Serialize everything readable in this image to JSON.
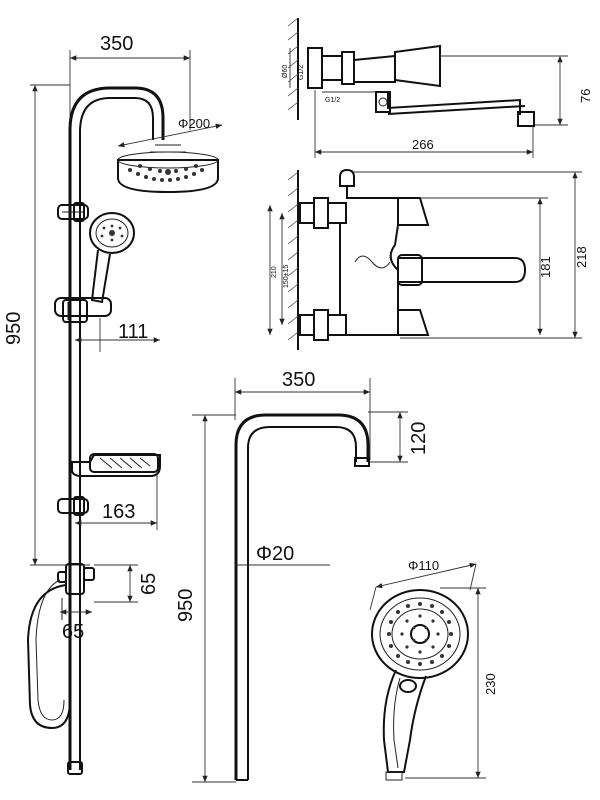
{
  "set_diagram": {
    "dim_width_top": "350",
    "dim_height_total": "950",
    "dim_head_diameter": "Φ200",
    "dim_holder_offset": "111",
    "dim_soap_offset": "163",
    "dim_diverter_h": "65",
    "dim_diverter_w": "65"
  },
  "mixer_top": {
    "dim_width": "266",
    "dim_height": "76",
    "label_diameter": "Ø60",
    "label_thread_a": "G1/2",
    "label_thread_b": "G1/2"
  },
  "mixer_front": {
    "dim_outer": "218",
    "dim_inner": "181",
    "dim_side": "210",
    "dim_centers": "150±15"
  },
  "riser_pipe": {
    "dim_width": "350",
    "dim_height": "950",
    "dim_drop": "120",
    "dim_diameter": "Φ20"
  },
  "hand_shower": {
    "dim_diameter": "Φ110",
    "dim_length": "230"
  }
}
